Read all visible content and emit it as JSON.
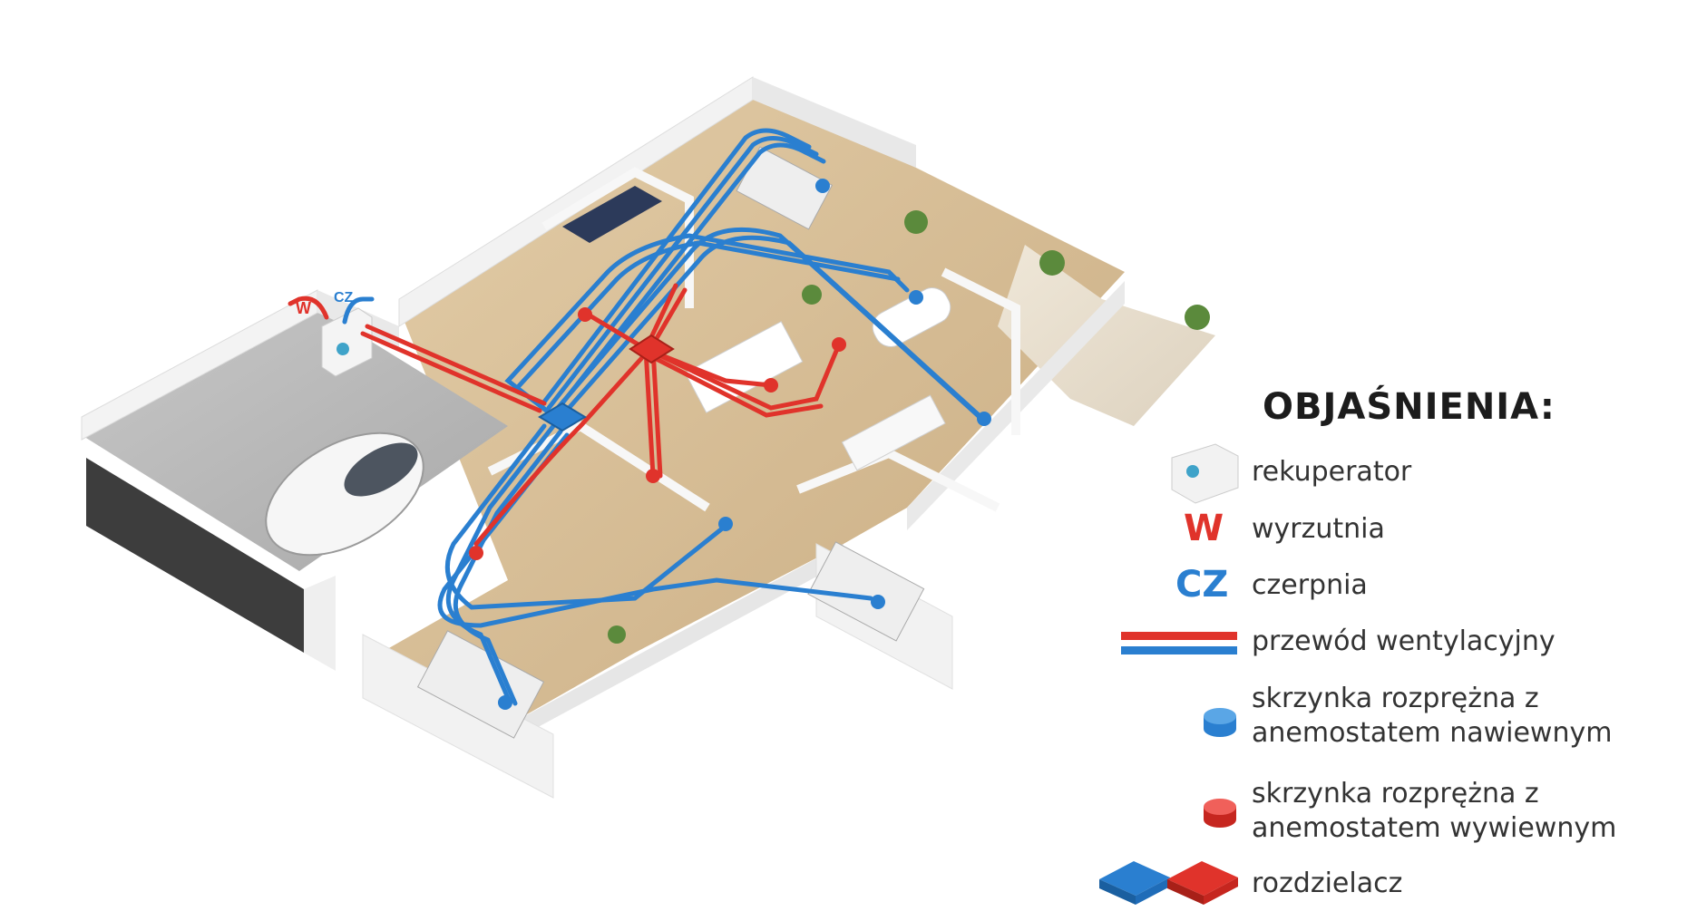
{
  "diagram": {
    "duct_labels": {
      "w": "W",
      "cz": "CZ"
    }
  },
  "legend": {
    "title": "OBJAŚNIENIA:",
    "items": {
      "rekuperator": "rekuperator",
      "w_symbol": "W",
      "wyrzutnia": "wyrzutnia",
      "cz_symbol": "CZ",
      "czerpnia": "czerpnia",
      "przewod": "przewód wentylacyjny",
      "nawiew_line1": "skrzynka rozprężna z",
      "nawiew_line2": "anemostatem nawiewnym",
      "wywiew_line1": "skrzynka rozprężna z",
      "wywiew_line2": "anemostatem wywiewnym",
      "rozdzielacz": "rozdzielacz"
    }
  },
  "colors": {
    "supply_blue": "#2a7fd0",
    "exhaust_red": "#e0332b",
    "text_dark": "#1c1c1c",
    "floor_wood": "#d8c09a",
    "wall_white": "#f4f4f4"
  }
}
